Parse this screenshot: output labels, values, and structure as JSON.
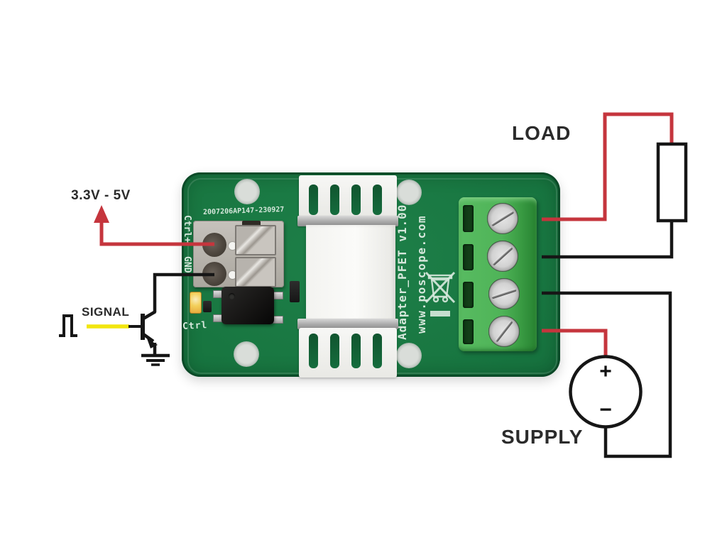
{
  "diagram": {
    "voltage_range": "3.3V - 5V",
    "signal": "SIGNAL",
    "load": "LOAD",
    "supply": "SUPPLY",
    "supply_plus": "+",
    "supply_minus": "−"
  },
  "pcb_silkscreen": {
    "serial": "2007206AP147-230927",
    "ctrl_plus": "Ctrl+",
    "gnd": "GND",
    "ctrl": "Ctrl",
    "product": "Adapter_PFET v1.00",
    "website": "www.poscope.com"
  },
  "symbols": {
    "up_arrow": "red supply-voltage arrow",
    "pulse": "square pulse waveform",
    "npn_transistor": "NPN drive transistor",
    "ground": "earth ground",
    "resistor": "load resistor box",
    "voltage_source": "circle with + and −",
    "weee_mark": "crossed-out wheeled bin"
  },
  "colors": {
    "wire_red": "#c5353d",
    "wire_black": "#161616",
    "wire_yellow": "#f2e60e",
    "label_ink": "#2b2b2b",
    "pcb_green": "#17743f",
    "block_green": "#4cb156",
    "silk": "#d5e7db"
  }
}
